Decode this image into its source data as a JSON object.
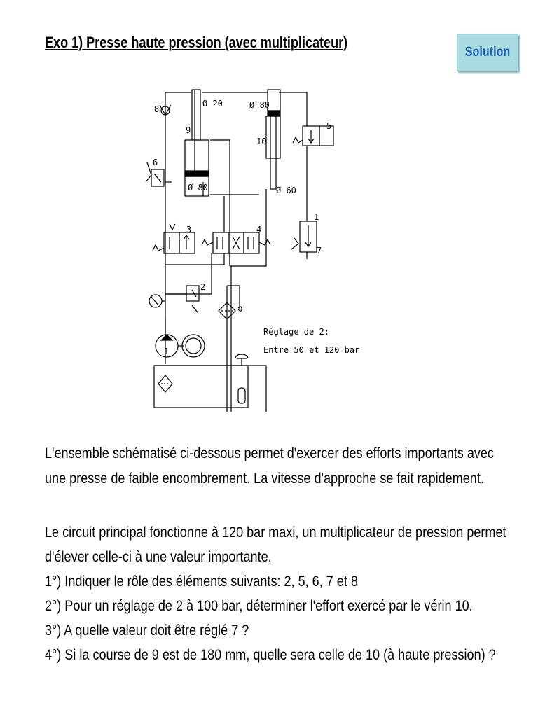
{
  "header": {
    "title": "Exo 1) Presse haute pression (avec multiplicateur)",
    "solution_label": "Solution"
  },
  "schematic": {
    "labels": {
      "c8": "8",
      "c9": "9",
      "c6": "6",
      "c10": "10",
      "c5": "5",
      "c3": "3",
      "c4": "4",
      "c1": "1",
      "c7": "7",
      "c2": "2",
      "pump": "1",
      "d20": "Ø 20",
      "d80a": "Ø 80",
      "d80b": "Ø 80",
      "d60": "Ø 60"
    },
    "note_line1": "Réglage de 2:",
    "note_line2": "Entre 50 et 120 bar"
  },
  "text": {
    "intro_line1": "L'ensemble schématisé ci-dessous permet d'exercer des efforts importants avec",
    "intro_line2": "une presse de faible encombrement. La vitesse d'approche se fait rapidement.",
    "main_line1": "Le circuit principal fonctionne à 120 bar maxi, un multiplicateur de pression permet",
    "main_line2": "d'élever celle-ci à une valeur importante.",
    "q1": "1°) Indiquer le rôle des éléments suivants: 2, 5, 6, 7 et 8",
    "q2": "2°) Pour un réglage de 2 à 100 bar, déterminer l'effort exercé par le vérin 10.",
    "q3": "3°) A quelle valeur doit être réglé 7 ?",
    "q4": "4°) Si la course de 9 est de 180 mm, quelle sera celle de 10 (à haute pression) ?"
  }
}
